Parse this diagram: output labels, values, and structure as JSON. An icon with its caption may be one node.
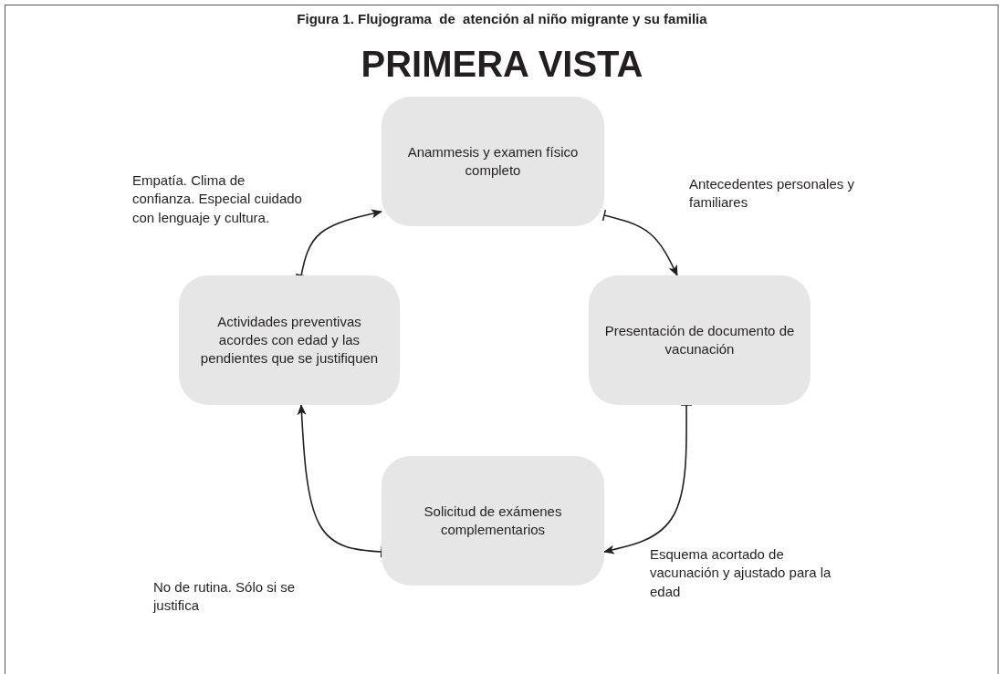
{
  "diagram": {
    "title": "Figura 1. Flujograma  de  atención al niño migrante y su familia",
    "nodes": [
      {
        "text": [
          "Anammesis y examen físico completo"
        ]
      },
      {
        "text": [
          "Presentación de documento de vacunación"
        ]
      },
      {
        "text": [
          "Solicitud de exámenes complementarios"
        ]
      },
      {
        "text": [
          "Actividades preventivas acordes con edad y las pendientes que se justifiquen"
        ]
      }
    ],
    "edges": [
      {
        "from": 0,
        "to": 1,
        "arrow": "to",
        "label": "Antecedentes personales y familiares"
      },
      {
        "from": 1,
        "to": 2,
        "arrow": "to",
        "label": "Esquema acortado de vacunación y ajustado para la edad"
      },
      {
        "from": 2,
        "to": 3,
        "arrow": "to",
        "label": "No de rutina. Sólo si se justifica"
      },
      {
        "from": 3,
        "to": 0,
        "arrow": "to",
        "label": "Empatía. Clima de confianza. Especial cuidado con lenguaje y cultura."
      }
    ],
    "labels": [
      "PRIMERA VISTA"
    ]
  }
}
